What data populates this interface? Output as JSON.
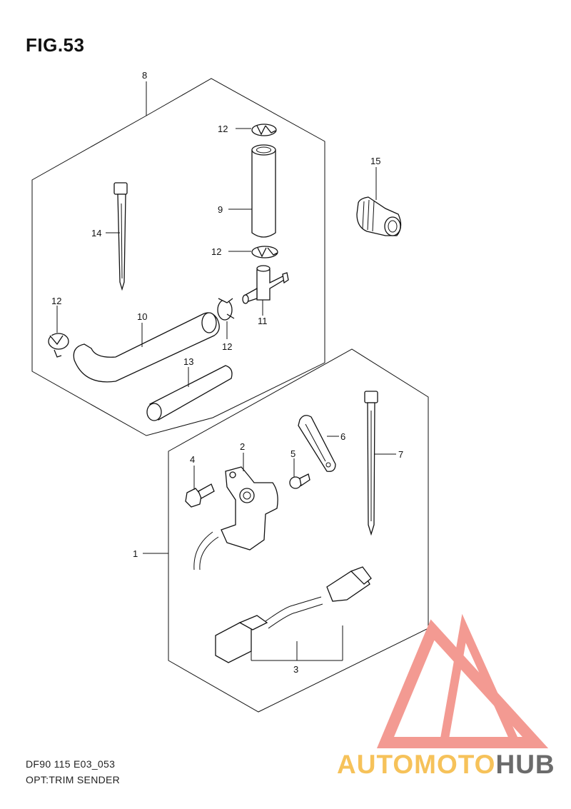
{
  "figure": {
    "title": "FIG.53",
    "code": "DF90 115 E03_053",
    "description": "OPT:TRIM SENDER"
  },
  "callouts": {
    "c1": "1",
    "c2": "2",
    "c3": "3",
    "c4": "4",
    "c5": "5",
    "c6": "6",
    "c7": "7",
    "c8": "8",
    "c9": "9",
    "c10": "10",
    "c11": "11",
    "c12a": "12",
    "c12b": "12",
    "c12c": "12",
    "c12d": "12",
    "c13": "13",
    "c14": "14",
    "c15": "15"
  },
  "watermark": {
    "part1": "AUTOMOTO",
    "part2": "HUB",
    "color_primary": "#f39a92",
    "color_secondary": "#f6c25a",
    "color_dark": "#6b6b6b"
  }
}
